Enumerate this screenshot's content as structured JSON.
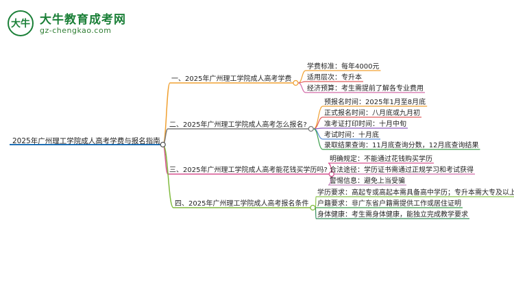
{
  "logo": {
    "name": "大牛教育成考网",
    "url": "gz-chengkao.com",
    "badge_text": "大牛"
  },
  "root": {
    "label": "2025年广州理工学院成人高考学费与报名指南",
    "color": "#1e6fb5"
  },
  "branches": [
    {
      "label": "一、2025年广州理工学院成人高考学费",
      "color": "#f0a030",
      "children": [
        {
          "label": "学费标准：每年4000元",
          "color": "#f0a030"
        },
        {
          "label": "适用层次：专升本",
          "color": "#e05a5a"
        },
        {
          "label": "经济预算：考生需提前了解各专业费用",
          "color": "#d26aa8"
        }
      ]
    },
    {
      "label": "二、2025年广州理工学院成人高考怎么报名?",
      "color": "#7a7a7a",
      "children": [
        {
          "label": "预报名时间：2025年1月至8月底",
          "color": "#f0a030"
        },
        {
          "label": "正式报名时间：八月底或九月初",
          "color": "#e05a5a"
        },
        {
          "label": "准考证打印时间：十月中旬",
          "color": "#8e5bbf"
        },
        {
          "label": "考试时间：十月底",
          "color": "#5b8fd6"
        },
        {
          "label": "录取结果查询：11月底查询分数，12月底查询结果",
          "color": "#3a9d4a"
        }
      ]
    },
    {
      "label": "三、2025年广州理工学院成人高考能花钱买学历吗?",
      "color": "#d6508f",
      "children": [
        {
          "label": "明确规定：不能通过花钱购买学历",
          "color": "#d6508f"
        },
        {
          "label": "合法途径：学历证书需通过正规学习和考试获得",
          "color": "#d26aa8"
        },
        {
          "label": "警惕信息：避免上当受骗",
          "color": "#c98ac0"
        }
      ]
    },
    {
      "label": "四、2025年广州理工学院成人高考报名条件",
      "color": "#7fb93c",
      "children": [
        {
          "label": "学历要求：高起专或高起本需具备高中学历；专升本需大专及以上学历",
          "color": "#8bc34a"
        },
        {
          "label": "户籍要求：非广东省户籍需提供工作或居住证明",
          "color": "#3a9d4a"
        },
        {
          "label": "身体健康：考生需身体健康，能独立完成教学要求",
          "color": "#2e8b57"
        }
      ]
    }
  ]
}
